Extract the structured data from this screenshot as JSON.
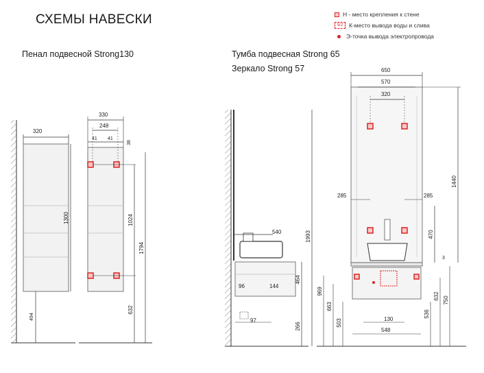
{
  "title": "СХЕМЫ НАВЕСКИ",
  "legend": {
    "h": "Н - место крепления к стене",
    "k": "К-место вывода воды и слива",
    "k_symbol": "5/2",
    "e": "Э-точка вывода электропровода"
  },
  "left_section": {
    "caption": "Пенал подвесной Strong130",
    "dims": {
      "side_depth": "320",
      "side_height": "1300",
      "side_floor": "494",
      "front_width": "330",
      "front_inner": "248",
      "front_left": "41",
      "front_right": "41",
      "front_top": "38",
      "front_holes": "1024",
      "front_total": "1794",
      "front_floor": "632"
    }
  },
  "right_section": {
    "caption_1": "Тумба подвесная Strong 65",
    "caption_2": "Зеркало Strong 57",
    "dims": {
      "side_top_width": "540",
      "side_total": "1993",
      "side_cab_height": "464",
      "side_left": "96",
      "side_mid": "144",
      "side_bottom": "97",
      "side_floor": "266",
      "front_width": "650",
      "front_inner": "570",
      "front_holes": "320",
      "front_left_285": "285",
      "front_right_285": "285",
      "front_mirror": "1440",
      "front_470": "470",
      "front_3": "3",
      "front_969": "969",
      "front_663": "663",
      "front_503": "503",
      "front_130": "130",
      "front_548": "548",
      "front_536": "536",
      "front_632": "632",
      "front_750": "750"
    }
  }
}
